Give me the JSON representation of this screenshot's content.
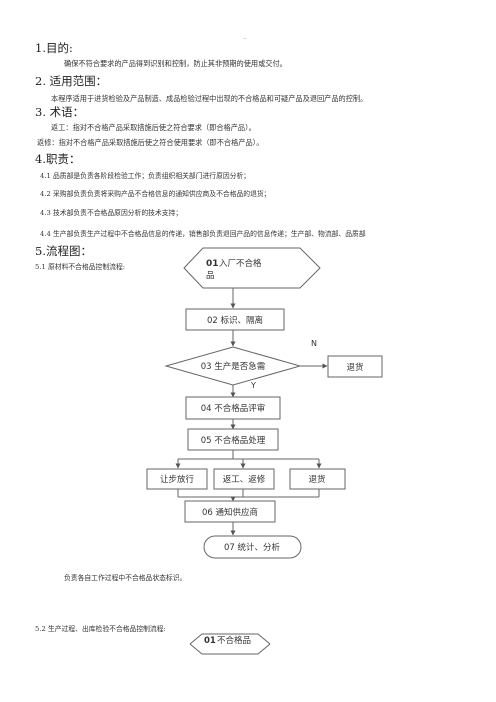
{
  "page_mark": "..",
  "s1": {
    "heading": "1.目的:",
    "body": "确保不符合要求的产品得到识别和控制，防止其非预期的使用或交付。"
  },
  "s2": {
    "heading": "2.  适用范围：",
    "body": "本程序适用于进货检验及产品制造、成品检验过程中出现的不合格品和可疑产品及退回产品的控制。"
  },
  "s3": {
    "heading": "3.  术语：",
    "line1": "返工：指对不合格产品采取措施后使之符合要求（即合格产品）。",
    "line2": "返修：指对不合格产品采取措施后使之符合使用要求（即不合格产品）。"
  },
  "s4": {
    "heading": "4.职责：",
    "items": [
      "4.1  品质部是负责各阶段检验工作；负责组织相关部门进行原因分析；",
      "4.2  采购部负责负责将采购产品不合格信息的通知供应商及不合格品的退货；",
      "4.3  技术部负责不合格品原因分析的技术支持；",
      "4.4  生产部负责生产过程中不合格品信息的传递，销售部负责退回产品的信息传递；生产部、物流部、品质部"
    ]
  },
  "s5": {
    "heading": "5.流程图：",
    "sub1": "5.1 原材料不合格品控制流程:",
    "sub2": "5.2 生产过程、出库检验不合格品控制流程:"
  },
  "flow1": {
    "start_num": "01",
    "start_line1": "入厂不合格",
    "start_line2": "品",
    "step2": "02 标识、隔离",
    "decision": "03 生产是否急需",
    "no_label": "N",
    "yes_label": "Y",
    "reject": "退货",
    "step4": "04 不合格品评审",
    "step5": "05 不合格品处理",
    "branches": [
      "让步放行",
      "返工、返修",
      "退货"
    ],
    "step6": "06 通知供应商",
    "end": "07 统计、分析"
  },
  "note": "负责各自工作过程中不合格品状态标识。",
  "flow2": {
    "start_num": "01",
    "start_label": "不合格品"
  }
}
